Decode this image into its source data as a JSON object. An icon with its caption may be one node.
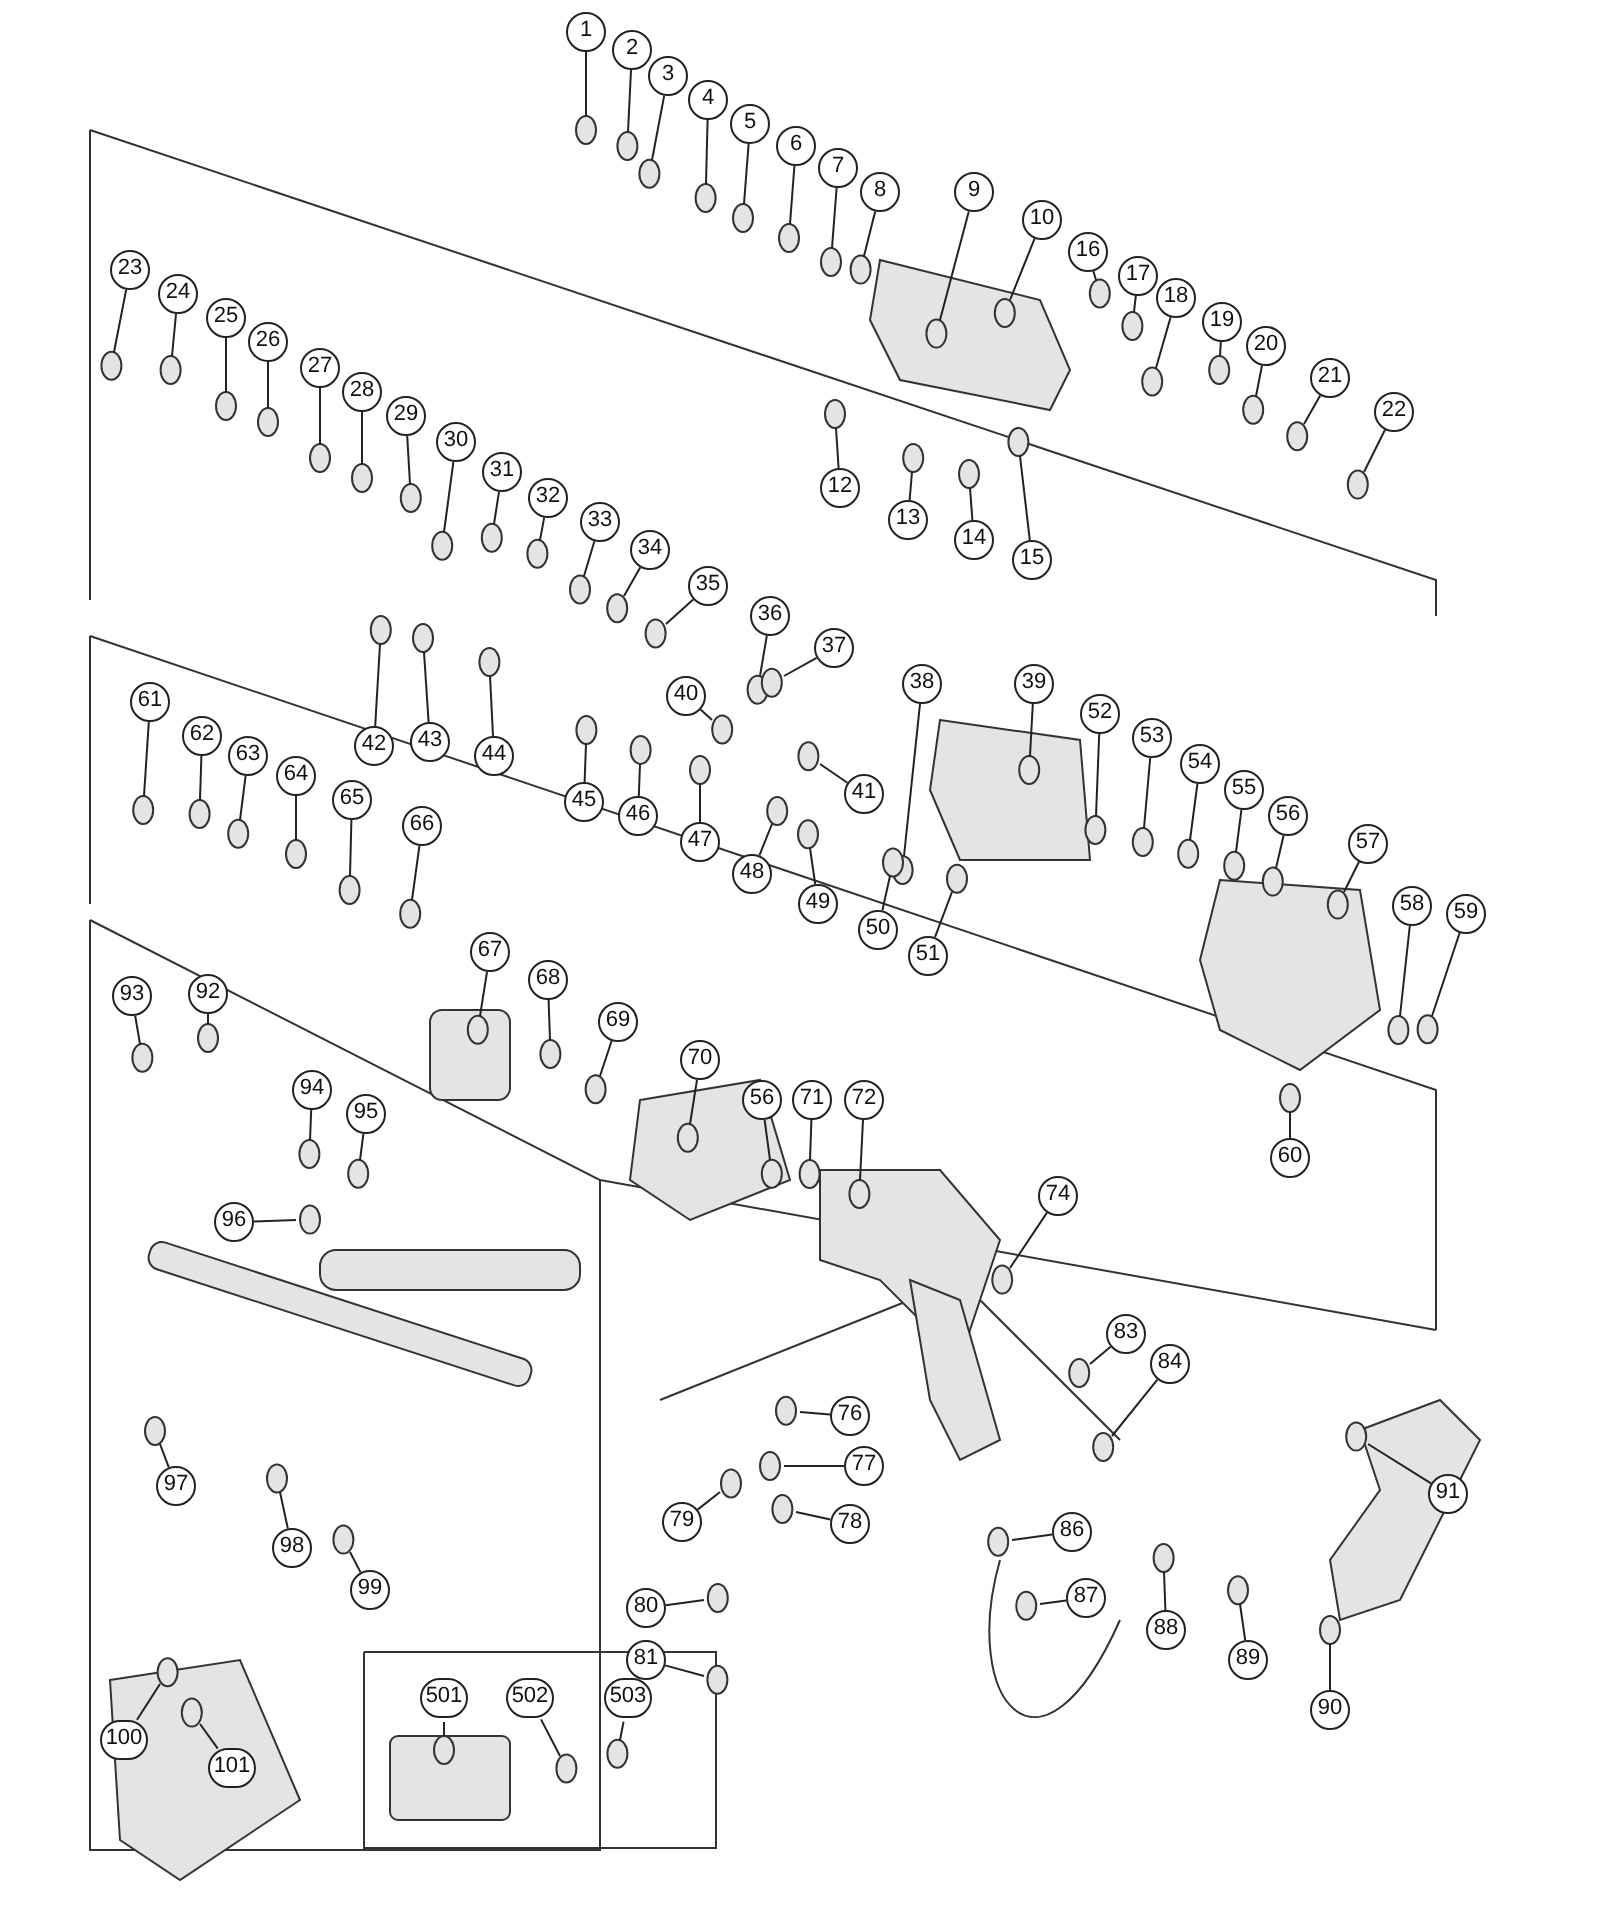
{
  "diagram": {
    "nodes": [
      {
        "text": [
          "1"
        ]
      },
      {
        "text": [
          "2"
        ]
      },
      {
        "text": [
          "3"
        ]
      },
      {
        "text": [
          "4"
        ]
      },
      {
        "text": [
          "5"
        ]
      },
      {
        "text": [
          "6"
        ]
      },
      {
        "text": [
          "7"
        ]
      },
      {
        "text": [
          "8"
        ]
      },
      {
        "text": [
          "9"
        ]
      },
      {
        "text": [
          "10"
        ]
      },
      {
        "text": [
          "12"
        ]
      },
      {
        "text": [
          "13"
        ]
      },
      {
        "text": [
          "14"
        ]
      },
      {
        "text": [
          "15"
        ]
      },
      {
        "text": [
          "16"
        ]
      },
      {
        "text": [
          "17"
        ]
      },
      {
        "text": [
          "18"
        ]
      },
      {
        "text": [
          "19"
        ]
      },
      {
        "text": [
          "20"
        ]
      },
      {
        "text": [
          "21"
        ]
      },
      {
        "text": [
          "22"
        ]
      },
      {
        "text": [
          "23"
        ]
      },
      {
        "text": [
          "24"
        ]
      },
      {
        "text": [
          "25"
        ]
      },
      {
        "text": [
          "26"
        ]
      },
      {
        "text": [
          "27"
        ]
      },
      {
        "text": [
          "28"
        ]
      },
      {
        "text": [
          "29"
        ]
      },
      {
        "text": [
          "30"
        ]
      },
      {
        "text": [
          "31"
        ]
      },
      {
        "text": [
          "32"
        ]
      },
      {
        "text": [
          "33"
        ]
      },
      {
        "text": [
          "34"
        ]
      },
      {
        "text": [
          "35"
        ]
      },
      {
        "text": [
          "36"
        ]
      },
      {
        "text": [
          "37"
        ]
      },
      {
        "text": [
          "38"
        ]
      },
      {
        "text": [
          "39"
        ]
      },
      {
        "text": [
          "40"
        ]
      },
      {
        "text": [
          "41"
        ]
      },
      {
        "text": [
          "42"
        ]
      },
      {
        "text": [
          "43"
        ]
      },
      {
        "text": [
          "44"
        ]
      },
      {
        "text": [
          "45"
        ]
      },
      {
        "text": [
          "46"
        ]
      },
      {
        "text": [
          "47"
        ]
      },
      {
        "text": [
          "48"
        ]
      },
      {
        "text": [
          "49"
        ]
      },
      {
        "text": [
          "50"
        ]
      },
      {
        "text": [
          "51"
        ]
      },
      {
        "text": [
          "52"
        ]
      },
      {
        "text": [
          "53"
        ]
      },
      {
        "text": [
          "54"
        ]
      },
      {
        "text": [
          "55"
        ]
      },
      {
        "text": [
          "56"
        ]
      },
      {
        "text": [
          "57"
        ]
      },
      {
        "text": [
          "58"
        ]
      },
      {
        "text": [
          "59"
        ]
      },
      {
        "text": [
          "60"
        ]
      },
      {
        "text": [
          "61"
        ]
      },
      {
        "text": [
          "62"
        ]
      },
      {
        "text": [
          "63"
        ]
      },
      {
        "text": [
          "64"
        ]
      },
      {
        "text": [
          "65"
        ]
      },
      {
        "text": [
          "66"
        ]
      },
      {
        "text": [
          "67"
        ]
      },
      {
        "text": [
          "68"
        ]
      },
      {
        "text": [
          "69"
        ]
      },
      {
        "text": [
          "70"
        ]
      },
      {
        "text": [
          "56"
        ]
      },
      {
        "text": [
          "71"
        ]
      },
      {
        "text": [
          "72"
        ]
      },
      {
        "text": [
          "74"
        ]
      },
      {
        "text": [
          "76"
        ]
      },
      {
        "text": [
          "77"
        ]
      },
      {
        "text": [
          "78"
        ]
      },
      {
        "text": [
          "79"
        ]
      },
      {
        "text": [
          "80"
        ]
      },
      {
        "text": [
          "81"
        ]
      },
      {
        "text": [
          "83"
        ]
      },
      {
        "text": [
          "84"
        ]
      },
      {
        "text": [
          "86"
        ]
      },
      {
        "text": [
          "87"
        ]
      },
      {
        "text": [
          "88"
        ]
      },
      {
        "text": [
          "89"
        ]
      },
      {
        "text": [
          "90"
        ]
      },
      {
        "text": [
          "91"
        ]
      },
      {
        "text": [
          "92"
        ]
      },
      {
        "text": [
          "93"
        ]
      },
      {
        "text": [
          "94"
        ]
      },
      {
        "text": [
          "95"
        ]
      },
      {
        "text": [
          "96"
        ]
      },
      {
        "text": [
          "97"
        ]
      },
      {
        "text": [
          "98"
        ]
      },
      {
        "text": [
          "99"
        ]
      },
      {
        "text": [
          "100"
        ]
      },
      {
        "text": [
          "101"
        ]
      },
      {
        "text": [
          "501"
        ]
      },
      {
        "text": [
          "502"
        ]
      },
      {
        "text": [
          "503"
        ]
      }
    ],
    "edges": [
      {
        "from": 0,
        "to": null,
        "arrow": "none"
      },
      {
        "from": 1,
        "to": null,
        "arrow": "none"
      },
      {
        "from": 2,
        "to": null,
        "arrow": "none"
      },
      {
        "from": 3,
        "to": null,
        "arrow": "none"
      },
      {
        "from": 4,
        "to": null,
        "arrow": "none"
      },
      {
        "from": 5,
        "to": null,
        "arrow": "none"
      },
      {
        "from": 6,
        "to": null,
        "arrow": "none"
      },
      {
        "from": 7,
        "to": null,
        "arrow": "none"
      },
      {
        "from": 8,
        "to": null,
        "arrow": "none"
      },
      {
        "from": 9,
        "to": null,
        "arrow": "none"
      },
      {
        "from": 10,
        "to": null,
        "arrow": "none"
      },
      {
        "from": 11,
        "to": null,
        "arrow": "none"
      },
      {
        "from": 12,
        "to": null,
        "arrow": "none"
      },
      {
        "from": 13,
        "to": null,
        "arrow": "none"
      },
      {
        "from": 14,
        "to": null,
        "arrow": "none"
      },
      {
        "from": 15,
        "to": null,
        "arrow": "none"
      },
      {
        "from": 16,
        "to": null,
        "arrow": "none"
      },
      {
        "from": 17,
        "to": null,
        "arrow": "none"
      },
      {
        "from": 18,
        "to": null,
        "arrow": "none"
      },
      {
        "from": 19,
        "to": null,
        "arrow": "none"
      },
      {
        "from": 20,
        "to": null,
        "arrow": "none"
      },
      {
        "from": 21,
        "to": null,
        "arrow": "none"
      },
      {
        "from": 22,
        "to": null,
        "arrow": "none"
      },
      {
        "from": 23,
        "to": null,
        "arrow": "none"
      },
      {
        "from": 24,
        "to": null,
        "arrow": "none"
      },
      {
        "from": 25,
        "to": null,
        "arrow": "none"
      },
      {
        "from": 26,
        "to": null,
        "arrow": "none"
      },
      {
        "from": 27,
        "to": null,
        "arrow": "none"
      },
      {
        "from": 28,
        "to": null,
        "arrow": "none"
      },
      {
        "from": 29,
        "to": null,
        "arrow": "none"
      },
      {
        "from": 30,
        "to": null,
        "arrow": "none"
      },
      {
        "from": 31,
        "to": null,
        "arrow": "none"
      },
      {
        "from": 32,
        "to": null,
        "arrow": "none"
      },
      {
        "from": 33,
        "to": null,
        "arrow": "none"
      },
      {
        "from": 34,
        "to": null,
        "arrow": "none"
      },
      {
        "from": 35,
        "to": null,
        "arrow": "none"
      },
      {
        "from": 36,
        "to": null,
        "arrow": "none"
      },
      {
        "from": 37,
        "to": null,
        "arrow": "none"
      },
      {
        "from": 38,
        "to": null,
        "arrow": "none"
      },
      {
        "from": 39,
        "to": null,
        "arrow": "none"
      },
      {
        "from": 40,
        "to": null,
        "arrow": "none"
      },
      {
        "from": 41,
        "to": null,
        "arrow": "none"
      },
      {
        "from": 42,
        "to": null,
        "arrow": "none"
      },
      {
        "from": 43,
        "to": null,
        "arrow": "none"
      },
      {
        "from": 44,
        "to": null,
        "arrow": "none"
      },
      {
        "from": 45,
        "to": null,
        "arrow": "none"
      },
      {
        "from": 46,
        "to": null,
        "arrow": "none"
      },
      {
        "from": 47,
        "to": null,
        "arrow": "none"
      },
      {
        "from": 48,
        "to": null,
        "arrow": "none"
      },
      {
        "from": 49,
        "to": null,
        "arrow": "none"
      },
      {
        "from": 50,
        "to": null,
        "arrow": "none"
      },
      {
        "from": 51,
        "to": null,
        "arrow": "none"
      },
      {
        "from": 52,
        "to": null,
        "arrow": "none"
      },
      {
        "from": 53,
        "to": null,
        "arrow": "none"
      },
      {
        "from": 54,
        "to": null,
        "arrow": "none"
      },
      {
        "from": 55,
        "to": null,
        "arrow": "none"
      },
      {
        "from": 56,
        "to": null,
        "arrow": "none"
      },
      {
        "from": 57,
        "to": null,
        "arrow": "none"
      },
      {
        "from": 58,
        "to": null,
        "arrow": "none"
      },
      {
        "from": 59,
        "to": null,
        "arrow": "none"
      },
      {
        "from": 60,
        "to": null,
        "arrow": "none"
      },
      {
        "from": 61,
        "to": null,
        "arrow": "none"
      },
      {
        "from": 62,
        "to": null,
        "arrow": "none"
      },
      {
        "from": 63,
        "to": null,
        "arrow": "none"
      },
      {
        "from": 64,
        "to": null,
        "arrow": "none"
      },
      {
        "from": 65,
        "to": null,
        "arrow": "none"
      },
      {
        "from": 66,
        "to": null,
        "arrow": "none"
      },
      {
        "from": 67,
        "to": null,
        "arrow": "none"
      },
      {
        "from": 68,
        "to": null,
        "arrow": "none"
      },
      {
        "from": 69,
        "to": null,
        "arrow": "none"
      },
      {
        "from": 70,
        "to": null,
        "arrow": "none"
      },
      {
        "from": 71,
        "to": null,
        "arrow": "none"
      },
      {
        "from": 72,
        "to": null,
        "arrow": "none"
      },
      {
        "from": 73,
        "to": null,
        "arrow": "none"
      },
      {
        "from": 74,
        "to": null,
        "arrow": "none"
      },
      {
        "from": 75,
        "to": null,
        "arrow": "none"
      },
      {
        "from": 76,
        "to": null,
        "arrow": "none"
      },
      {
        "from": 77,
        "to": null,
        "arrow": "none"
      },
      {
        "from": 78,
        "to": null,
        "arrow": "none"
      },
      {
        "from": 79,
        "to": null,
        "arrow": "none"
      },
      {
        "from": 80,
        "to": null,
        "arrow": "none"
      },
      {
        "from": 81,
        "to": null,
        "arrow": "none"
      },
      {
        "from": 82,
        "to": null,
        "arrow": "none"
      },
      {
        "from": 83,
        "to": null,
        "arrow": "none"
      },
      {
        "from": 84,
        "to": null,
        "arrow": "none"
      },
      {
        "from": 85,
        "to": null,
        "arrow": "none"
      },
      {
        "from": 86,
        "to": null,
        "arrow": "none"
      },
      {
        "from": 87,
        "to": null,
        "arrow": "none"
      },
      {
        "from": 88,
        "to": null,
        "arrow": "none"
      },
      {
        "from": 89,
        "to": null,
        "arrow": "none"
      },
      {
        "from": 90,
        "to": null,
        "arrow": "none"
      },
      {
        "from": 91,
        "to": null,
        "arrow": "none"
      },
      {
        "from": 92,
        "to": null,
        "arrow": "none"
      },
      {
        "from": 93,
        "to": null,
        "arrow": "none"
      },
      {
        "from": 94,
        "to": null,
        "arrow": "none"
      },
      {
        "from": 95,
        "to": null,
        "arrow": "none"
      },
      {
        "from": 96,
        "to": null,
        "arrow": "none"
      },
      {
        "from": 97,
        "to": null,
        "arrow": "none"
      },
      {
        "from": 98,
        "to": null,
        "arrow": "none"
      },
      {
        "from": 99,
        "to": null,
        "arrow": "none"
      }
    ]
  }
}
